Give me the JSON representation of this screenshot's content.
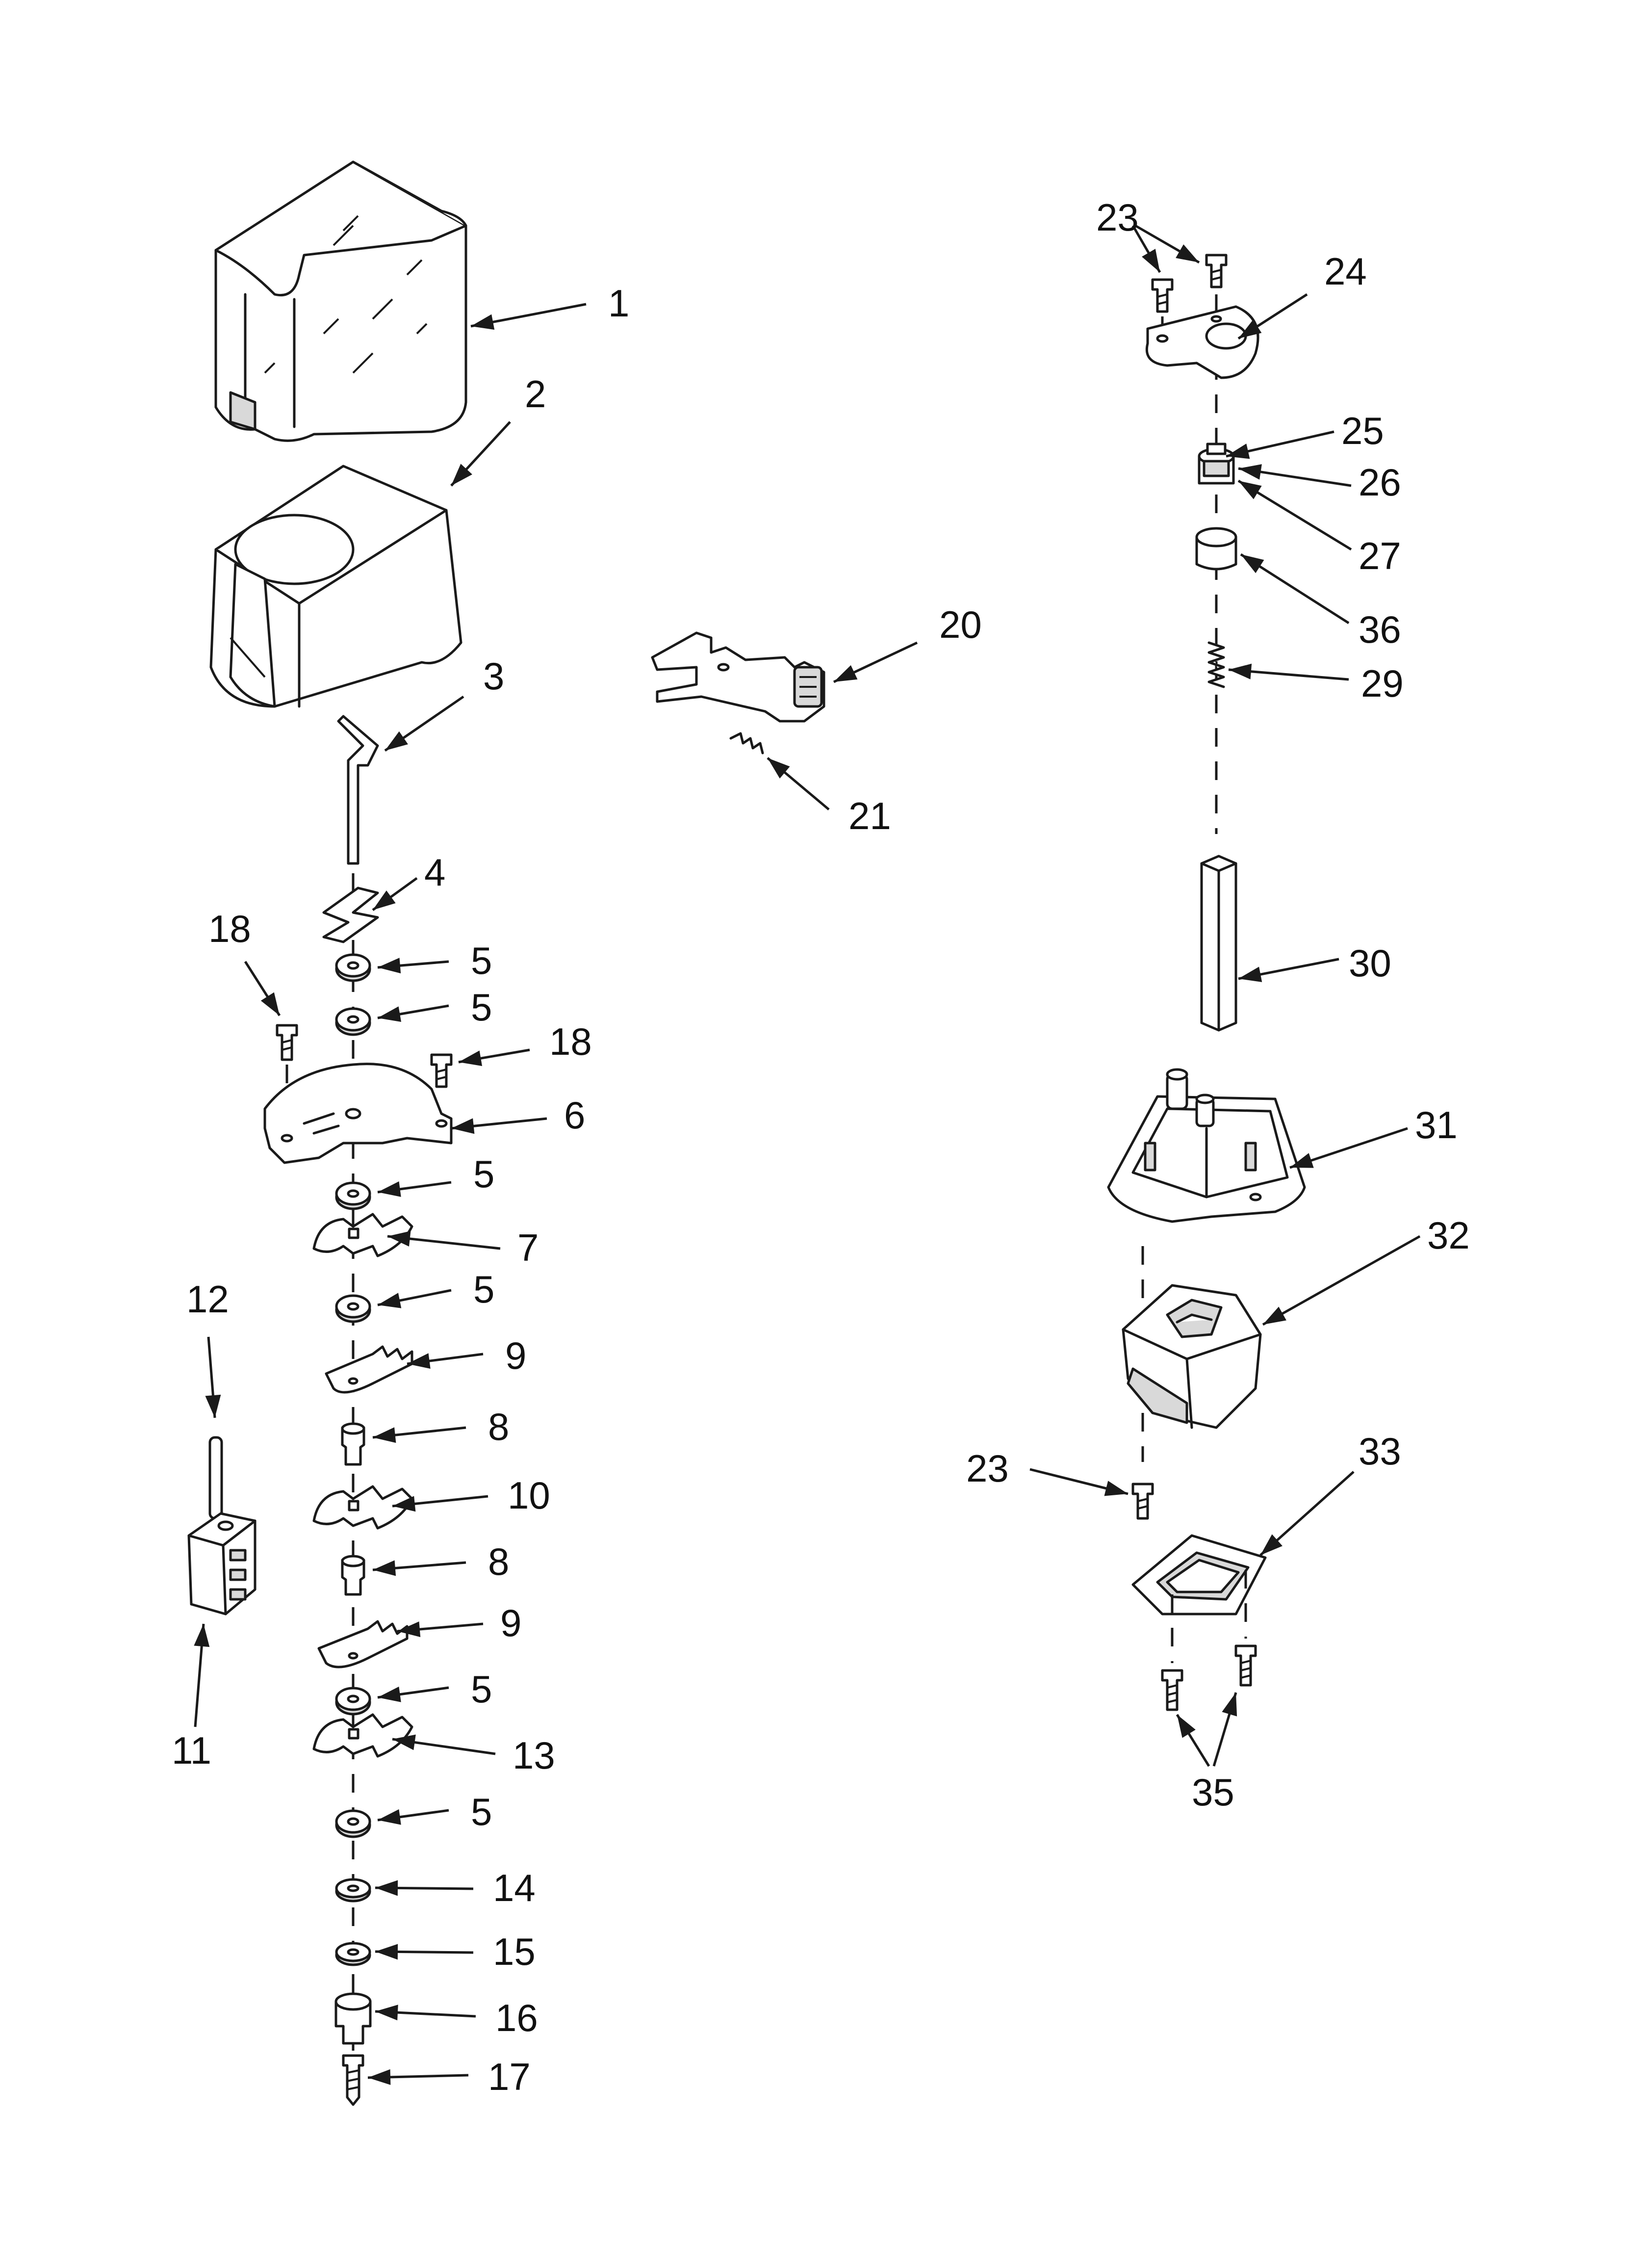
{
  "diagram": {
    "callouts": [
      {
        "id": "c1",
        "text": "1"
      },
      {
        "id": "c2",
        "text": "2"
      },
      {
        "id": "c3",
        "text": "3"
      },
      {
        "id": "c4",
        "text": "4"
      },
      {
        "id": "c5a",
        "text": "5"
      },
      {
        "id": "c5b",
        "text": "5"
      },
      {
        "id": "c18a",
        "text": "18"
      },
      {
        "id": "c18b",
        "text": "18"
      },
      {
        "id": "c6",
        "text": "6"
      },
      {
        "id": "c5c",
        "text": "5"
      },
      {
        "id": "c7",
        "text": "7"
      },
      {
        "id": "c5d",
        "text": "5"
      },
      {
        "id": "c9a",
        "text": "9"
      },
      {
        "id": "c8a",
        "text": "8"
      },
      {
        "id": "c10",
        "text": "10"
      },
      {
        "id": "c8b",
        "text": "8"
      },
      {
        "id": "c9b",
        "text": "9"
      },
      {
        "id": "c5e",
        "text": "5"
      },
      {
        "id": "c13",
        "text": "13"
      },
      {
        "id": "c5f",
        "text": "5"
      },
      {
        "id": "c14",
        "text": "14"
      },
      {
        "id": "c15",
        "text": "15"
      },
      {
        "id": "c16",
        "text": "16"
      },
      {
        "id": "c17",
        "text": "17"
      },
      {
        "id": "c12",
        "text": "12"
      },
      {
        "id": "c11",
        "text": "11"
      },
      {
        "id": "c20",
        "text": "20"
      },
      {
        "id": "c21",
        "text": "21"
      },
      {
        "id": "c23a",
        "text": "23"
      },
      {
        "id": "c24",
        "text": "24"
      },
      {
        "id": "c25",
        "text": "25"
      },
      {
        "id": "c26",
        "text": "26"
      },
      {
        "id": "c27",
        "text": "27"
      },
      {
        "id": "c36",
        "text": "36"
      },
      {
        "id": "c29",
        "text": "29"
      },
      {
        "id": "c30",
        "text": "30"
      },
      {
        "id": "c31",
        "text": "31"
      },
      {
        "id": "c32",
        "text": "32"
      },
      {
        "id": "c23b",
        "text": "23"
      },
      {
        "id": "c33",
        "text": "33"
      },
      {
        "id": "c35",
        "text": "35"
      }
    ]
  }
}
